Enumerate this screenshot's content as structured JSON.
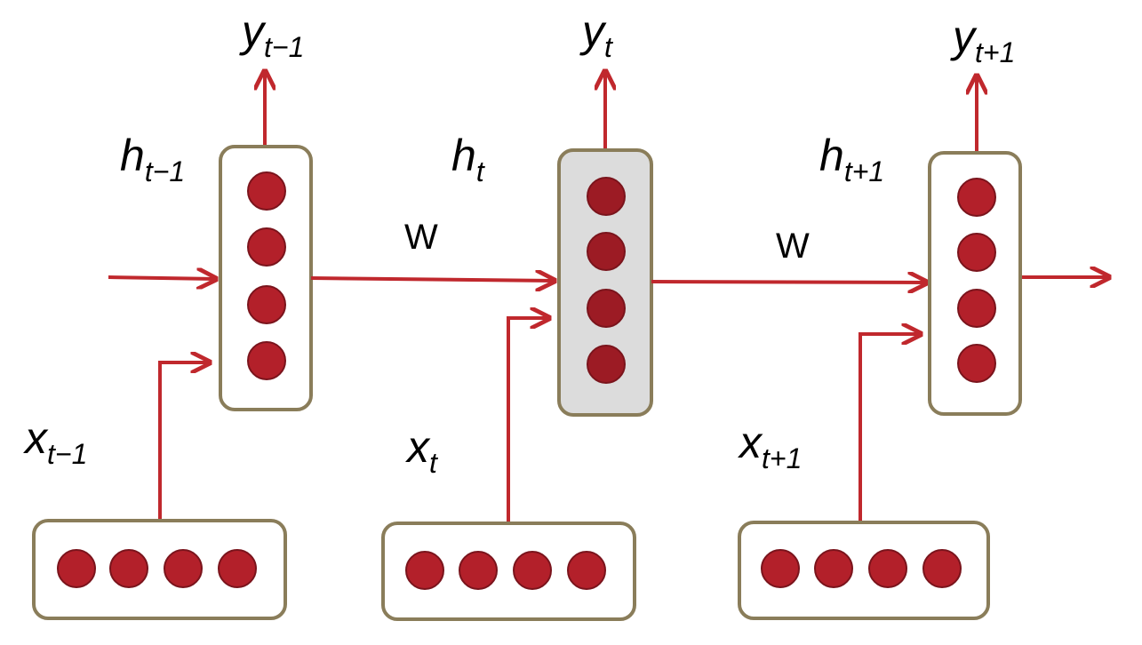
{
  "colors": {
    "arrow": "#c0282d",
    "box_border": "#8a7d5a",
    "box_fill": "#ffffff",
    "box_fill_active": "#dcdcdc",
    "neuron": "#b3202a",
    "neuron_active": "#9c1b24",
    "neuron_stroke": "#7a141c"
  },
  "weight_label": "W",
  "timesteps": [
    {
      "hidden": {
        "name": "h",
        "sub": "t−1"
      },
      "input": {
        "name": "x",
        "sub": "t−1"
      },
      "output": {
        "name": "y",
        "sub": "t−1"
      },
      "active": false,
      "hidden_units": 4,
      "input_units": 4
    },
    {
      "hidden": {
        "name": "h",
        "sub": "t"
      },
      "input": {
        "name": "x",
        "sub": "t"
      },
      "output": {
        "name": "y",
        "sub": "t"
      },
      "active": true,
      "hidden_units": 4,
      "input_units": 4
    },
    {
      "hidden": {
        "name": "h",
        "sub": "t+1"
      },
      "input": {
        "name": "x",
        "sub": "t+1"
      },
      "output": {
        "name": "y",
        "sub": "t+1"
      },
      "active": false,
      "hidden_units": 4,
      "input_units": 4
    }
  ]
}
